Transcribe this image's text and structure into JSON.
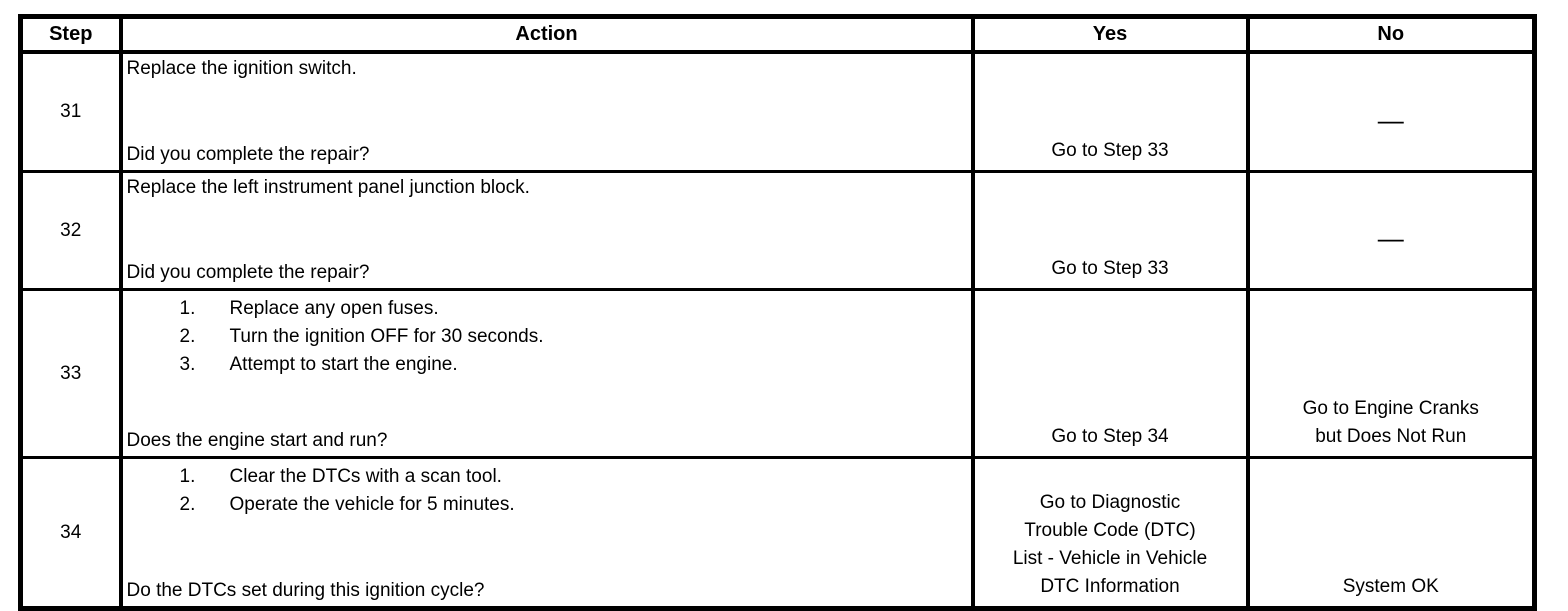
{
  "table": {
    "headers": {
      "step": "Step",
      "action": "Action",
      "yes": "Yes",
      "no": "No"
    },
    "rows": [
      {
        "step": "31",
        "action_text": "Replace the ignition switch.",
        "action_question": "Did you complete the repair?",
        "yes": "Go to Step 33",
        "no": "—"
      },
      {
        "step": "32",
        "action_text": "Replace the left instrument panel junction block.",
        "action_question": "Did you complete the repair?",
        "yes": "Go to Step 33",
        "no": "—"
      },
      {
        "step": "33",
        "action_steps": [
          {
            "num": "1.",
            "text": "Replace any open fuses."
          },
          {
            "num": "2.",
            "text": "Turn the ignition OFF for 30 seconds."
          },
          {
            "num": "3.",
            "text": "Attempt to start the engine."
          }
        ],
        "action_question": "Does the engine start and run?",
        "yes": "Go to Step 34",
        "no": "Go to Engine Cranks\nbut Does Not Run"
      },
      {
        "step": "34",
        "action_steps": [
          {
            "num": "1.",
            "text": "Clear the DTCs with a scan tool."
          },
          {
            "num": "2.",
            "text": "Operate the vehicle for 5 minutes."
          }
        ],
        "action_question": "Do the DTCs set during this ignition cycle?",
        "yes": "Go to Diagnostic\nTrouble Code (DTC)\nList - Vehicle in Vehicle\nDTC Information",
        "no": "System OK"
      }
    ]
  }
}
